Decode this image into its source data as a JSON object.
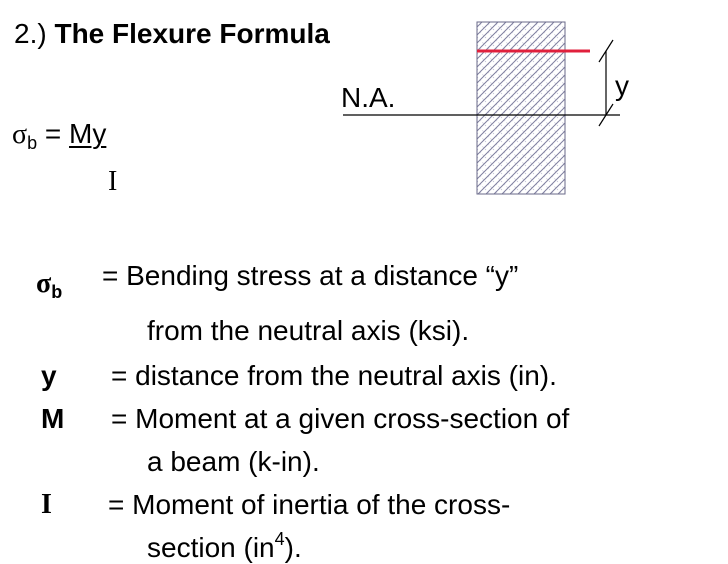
{
  "heading": {
    "number": "2.)",
    "title": "The Flexure Formula"
  },
  "formula": {
    "lhs_symbol": "σ",
    "lhs_sub": "b",
    "equals": "=",
    "numerator": "My",
    "denominator": "I"
  },
  "diagram": {
    "na_label": "N.A.",
    "y_label": "y",
    "colors": {
      "beam_hatch": "#7f7f9f",
      "extreme_fiber_line": "#e0203c",
      "lines": "#000000"
    }
  },
  "definitions": [
    {
      "symbol": "σ",
      "symbol_sub": "b",
      "line1": "= Bending stress at a distance “y”",
      "line2": "from the neutral axis (ksi)."
    },
    {
      "symbol": "y",
      "line1": "= distance from the neutral axis (in)."
    },
    {
      "symbol": "M",
      "line1": "= Moment at a given cross-section of",
      "line2": "a beam (k-in)."
    },
    {
      "symbol": "I",
      "line1": "= Moment of inertia of the cross-",
      "line2_text": "section (in",
      "line2_sup": "4",
      "line2_end": ")."
    }
  ]
}
